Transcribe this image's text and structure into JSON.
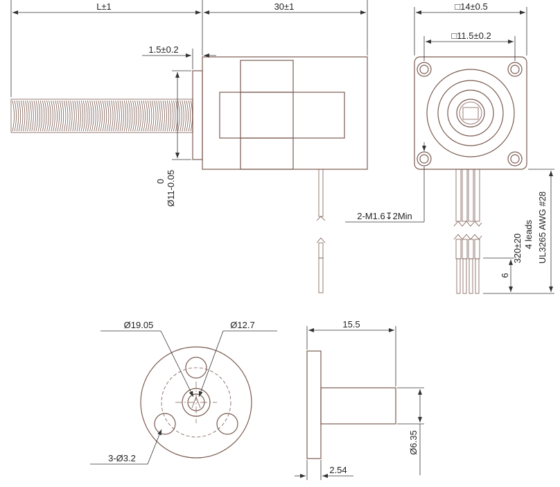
{
  "side_view": {
    "screw_length": "L±1",
    "body_length": "30±1",
    "flange_thickness": "1.5±0.2",
    "shaft_diameter_upper_tol": "0",
    "shaft_diameter": "Ø11-0.05"
  },
  "front_view": {
    "outer_square": "□14±0.5",
    "hole_square": "□11.5±0.2",
    "mount_holes": "2-M1.6↧2Min",
    "lead_length": "320±20",
    "lead_count": "4 leads",
    "lead_wire": "UL3265 AWG #28",
    "strip_length": "6"
  },
  "nut_front": {
    "flange_diameter": "Ø19.05",
    "bolt_circle": "Ø12.7",
    "holes": "3-Ø3.2"
  },
  "nut_side": {
    "length": "15.5",
    "flange_thickness": "2.54",
    "body_diameter": "Ø6.35"
  },
  "colors": {
    "outline": "#7a5a50",
    "dimension": "#333333",
    "text": "#222222"
  }
}
